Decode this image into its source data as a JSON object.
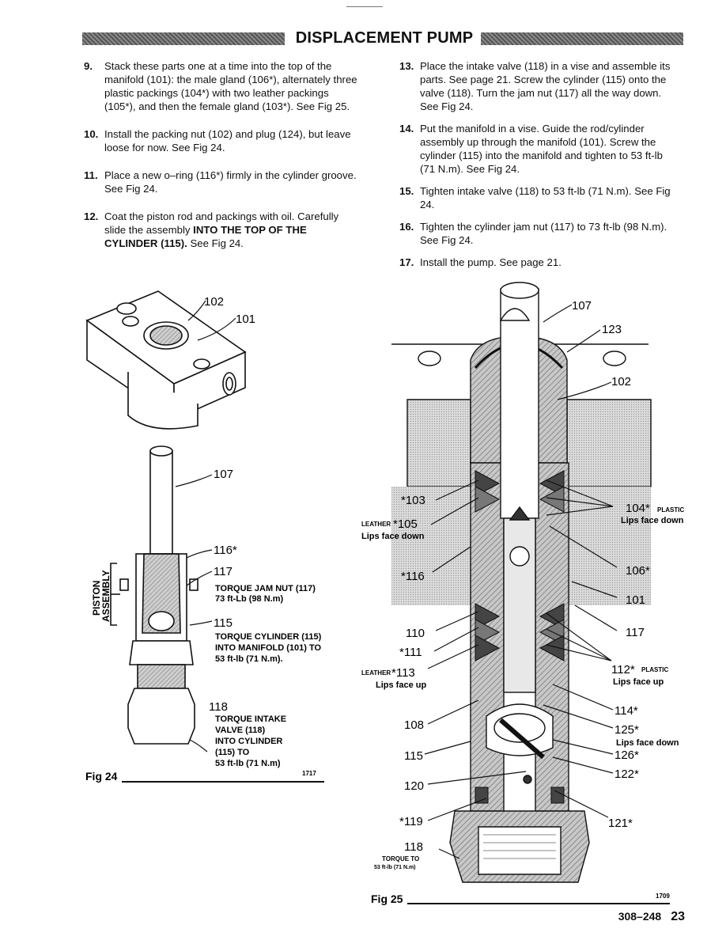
{
  "header": {
    "title": "DISPLACEMENT PUMP"
  },
  "steps_left": [
    {
      "num": "9.",
      "text": "Stack these parts one at a time into the top of the manifold (101): the male gland (106*), alternately three plastic packings (104*) with two leather packings (105*), and then the female gland (103*). See Fig 25."
    },
    {
      "num": "10.",
      "text": "Install the packing nut (102) and plug (124), but leave loose for now. See Fig 24."
    },
    {
      "num": "11.",
      "text": "Place a new o–ring (116*) firmly in the cylinder groove. See Fig 24."
    },
    {
      "num": "12.",
      "text_a": "Coat the piston rod and packings with oil. Carefully slide the assembly ",
      "text_b": "INTO THE TOP OF THE CYLINDER (115).",
      "text_c": " See Fig 24."
    }
  ],
  "steps_right": [
    {
      "num": "13.",
      "text": "Place the intake valve (118) in a vise and assemble its parts. See page 21. Screw the cylinder (115) onto the valve (118). Turn the jam nut (117) all the way down. See Fig 24."
    },
    {
      "num": "14.",
      "text": "Put the manifold in a vise. Guide the rod/cylinder assembly up through the manifold (101). Screw the cylinder (115) into the manifold and tighten to 53 ft-lb (71 N.m). See Fig 24."
    },
    {
      "num": "15.",
      "text": "Tighten intake valve (118) to 53 ft-lb (71 N.m). See Fig 24."
    },
    {
      "num": "16.",
      "text": "Tighten the cylinder jam nut (117) to 73 ft-lb (98 N.m). See Fig 24."
    },
    {
      "num": "17.",
      "text": "Install the pump. See page 21."
    }
  ],
  "fig24": {
    "caption": "Fig 24",
    "code": "1717",
    "labels": {
      "p102": "102",
      "p101": "101",
      "p107": "107",
      "p116": "116*",
      "p117": "117",
      "p115": "115",
      "p118": "118",
      "piston_a": "PISTON",
      "piston_b": "ASSEMBLY"
    },
    "notes": {
      "jam_1": "TORQUE JAM NUT (117)",
      "jam_2": "73 ft-Lb (98 N.m)",
      "cyl_1": "TORQUE CYLINDER (115)",
      "cyl_2": "INTO MANIFOLD (101) TO",
      "cyl_3": "53 ft-lb (71 N.m).",
      "valve_1": "TORQUE INTAKE",
      "valve_2": "VALVE (118)",
      "valve_3": "INTO CYLINDER",
      "valve_4": "(115) TO",
      "valve_5": "53 ft-lb (71 N.m)"
    }
  },
  "fig25": {
    "caption": "Fig 25",
    "code": "1709",
    "labels": {
      "p107": "107",
      "p123": "123",
      "p102": "102",
      "p103": "*103",
      "p105_pre": "LEATHER",
      "p105": "*105",
      "p105_note": "Lips face down",
      "p104": "104*",
      "p104_pre": "PLASTIC",
      "p104_note": "Lips face down",
      "p116": "*116",
      "p106": "106*",
      "p101": "101",
      "p117": "117",
      "p110": "110",
      "p111": "*111",
      "p113_pre": "LEATHER",
      "p113": "*113",
      "p113_note": "Lips face up",
      "p112": "112*",
      "p112_pre": "PLASTIC",
      "p112_note": "Lips face up",
      "p108": "108",
      "p114": "114*",
      "p125": "125*",
      "p125_note": "Lips face down",
      "p115": "115",
      "p126": "126*",
      "p122": "122*",
      "p120": "120",
      "p119": "*119",
      "p121": "121*",
      "p118": "118",
      "torque_1": "TORQUE TO",
      "torque_2": "53 ft-lb (71 N.m)"
    }
  },
  "footer": {
    "doc_number": "308–248",
    "page": "23"
  }
}
